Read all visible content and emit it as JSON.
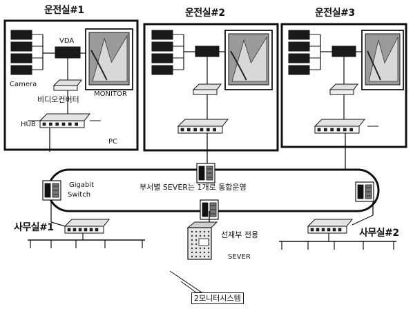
{
  "rooms": [
    {
      "title": "운전실#1"
    },
    {
      "title": "운전실#2"
    },
    {
      "title": "운전실#3"
    }
  ],
  "room1_labels": {
    "vda": "VDA",
    "camera": "Camera",
    "monitor": "MONITOR",
    "converter": "비디오컨버터",
    "hub": "HUB",
    "pc": "PC"
  },
  "switch_label_line1": "Gigabit",
  "switch_label_line2": "Switch",
  "ring_text": "부서별 SEVER는 1개로 통합운영",
  "offices": [
    {
      "title": "사무실#1"
    },
    {
      "title": "사무실#2"
    }
  ],
  "server": {
    "label": "선재부 전용",
    "sublabel": "SEVER"
  },
  "callout": "2모니터시스템"
}
